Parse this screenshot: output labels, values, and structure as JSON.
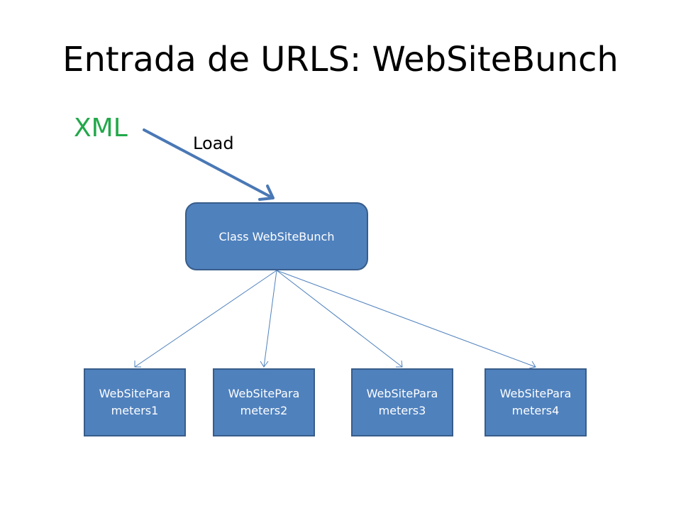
{
  "slide": {
    "title": "Entrada de URLS: WebSiteBunch",
    "source_label": "XML",
    "arrow_label": "Load",
    "class_box": "Class WebSiteBunch",
    "children": [
      {
        "line1": "WebSitePara",
        "line2": "meters1"
      },
      {
        "line1": "WebSitePara",
        "line2": "meters2"
      },
      {
        "line1": "WebSitePara",
        "line2": "meters3"
      },
      {
        "line1": "WebSitePara",
        "line2": "meters4"
      }
    ]
  },
  "colors": {
    "box_fill": "#4f81bd",
    "box_border": "#385d8a",
    "xml_text": "#22a84a",
    "load_arrow": "#4a78b5"
  }
}
